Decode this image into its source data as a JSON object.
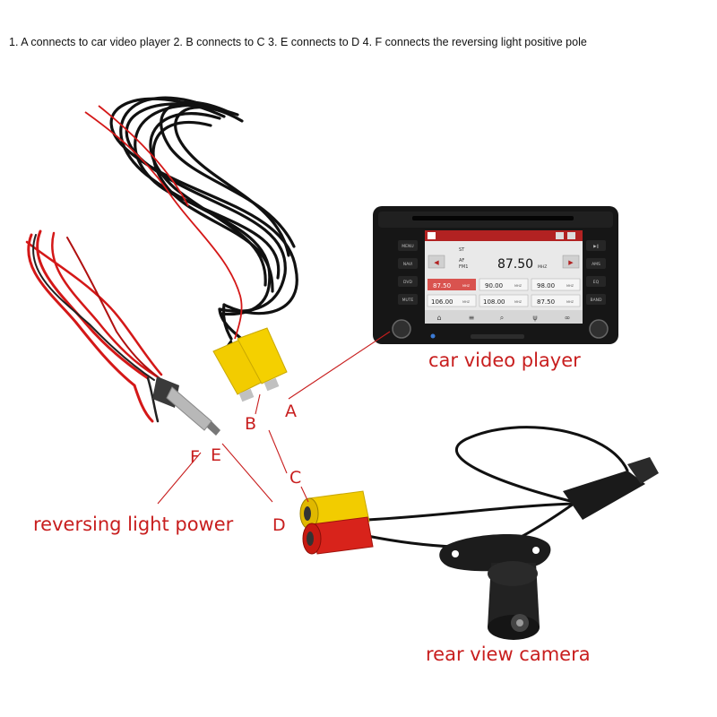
{
  "instructions": "1. A connects to car video player 2. B connects to C 3. E connects to D 4. F connects the reversing light positive pole",
  "labels": {
    "a": "A",
    "b": "B",
    "c": "C",
    "d": "D",
    "e": "E",
    "f": "F",
    "car_video_player": "car video player",
    "reversing_light_power": "reversing light power",
    "rear_view_camera": "rear view camera"
  },
  "screen": {
    "band": "ST",
    "af": "AF",
    "fm": "FM1",
    "frequency": "87.50",
    "unit": "MHZ",
    "presets": [
      "87.50",
      "90.00",
      "98.00",
      "106.00",
      "108.00",
      "87.50"
    ],
    "side_left": [
      "MENU",
      "NAVI",
      "DVD",
      "MUTE"
    ],
    "side_right": [
      "AMS",
      "EQ",
      "BAND"
    ]
  },
  "colors": {
    "label_red": "#c81e1e",
    "cable_red": "#d41818",
    "cable_black": "#111111",
    "rca_yellow": "#f2cc00",
    "rca_red": "#d8231b"
  }
}
